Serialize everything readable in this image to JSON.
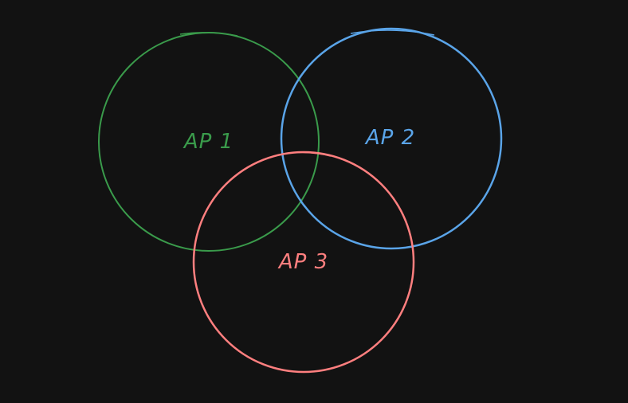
{
  "diagram": {
    "type": "venn",
    "background": "#121212",
    "sets": [
      {
        "id": "ap1",
        "label": "AP 1",
        "color": "#3a9b4b"
      },
      {
        "id": "ap2",
        "label": "AP 2",
        "color": "#5aa4e8"
      },
      {
        "id": "ap3",
        "label": "AP 3",
        "color": "#ff7f7f"
      }
    ]
  }
}
